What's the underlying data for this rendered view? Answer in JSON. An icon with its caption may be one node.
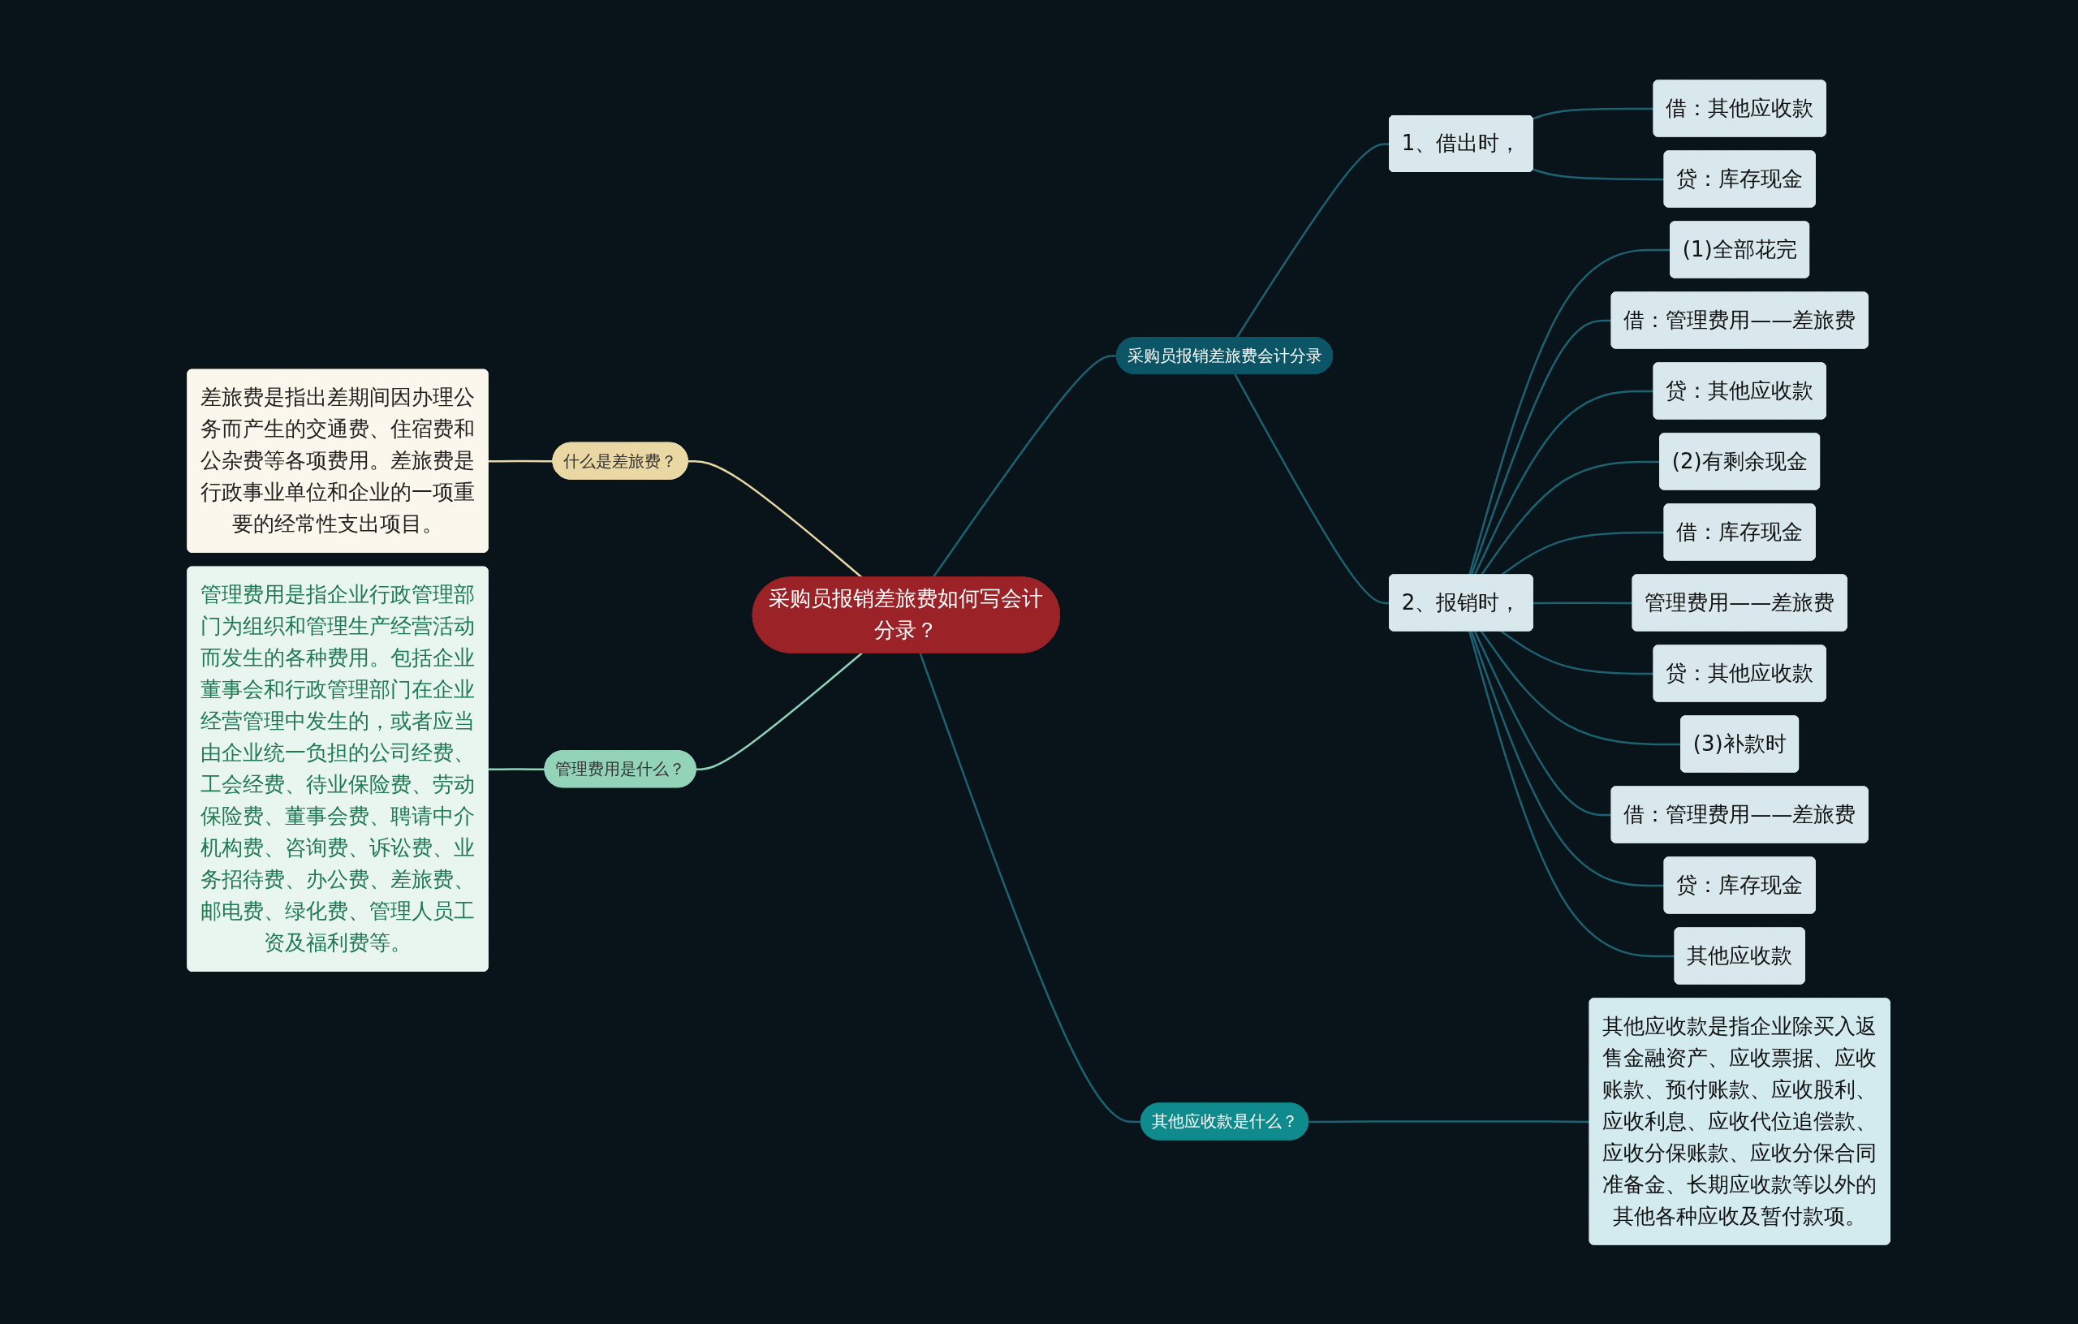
{
  "diagram": {
    "nodes": [
      {
        "text": [
          "采购员报销差旅费如何写会计分录？"
        ]
      },
      {
        "text": [
          "采购员报销差旅费会计分录"
        ]
      },
      {
        "text": [
          "1、借出时，"
        ]
      },
      {
        "text": [
          "借：其他应收款"
        ]
      },
      {
        "text": [
          "贷：库存现金"
        ]
      },
      {
        "text": [
          "2、报销时，"
        ]
      },
      {
        "text": [
          "(1)全部花完"
        ]
      },
      {
        "text": [
          "借：管理费用——差旅费"
        ]
      },
      {
        "text": [
          "贷：其他应收款"
        ]
      },
      {
        "text": [
          "(2)有剩余现金"
        ]
      },
      {
        "text": [
          "借：库存现金"
        ]
      },
      {
        "text": [
          "管理费用——差旅费"
        ]
      },
      {
        "text": [
          "贷：其他应收款"
        ]
      },
      {
        "text": [
          "(3)补款时"
        ]
      },
      {
        "text": [
          "借：管理费用——差旅费"
        ]
      },
      {
        "text": [
          "贷：库存现金"
        ]
      },
      {
        "text": [
          "其他应收款"
        ]
      },
      {
        "text": [
          "其他应收款是什么？"
        ]
      },
      {
        "text": [
          "其他应收款是指企业除买入返售金融资产、应收票据、应收账款、预付账款、应收股利、应收利息、应收代位追偿款、应收分保账款、应收分保合同准备金、长期应收款等以外的其他各种应收及暂付款项。"
        ]
      },
      {
        "text": [
          "什么是差旅费？"
        ]
      },
      {
        "text": [
          "差旅费是指出差期间因办理公务而产生的交通费、住宿费和公杂费等各项费用。差旅费是行政事业单位和企业的一项重要的经常性支出项目。"
        ]
      },
      {
        "text": [
          "管理费用是什么？"
        ]
      },
      {
        "text": [
          "管理费用是指企业行政管理部门为组织和管理生产经营活动而发生的各种费用。包括企业董事会和行政管理部门在企业经营管理中发生的，或者应当由企业统一负担的公司经费、工会经费、待业保险费、劳动保险费、董事会费、聘请中介机构费、咨询费、诉讼费、业务招待费、办公费、差旅费、邮电费、绿化费、管理人员工资及福利费等。"
        ]
      }
    ],
    "edges": [
      {
        "from": 0,
        "to": 1,
        "arrow": "none"
      },
      {
        "from": 1,
        "to": 2,
        "arrow": "none"
      },
      {
        "from": 2,
        "to": 3,
        "arrow": "none"
      },
      {
        "from": 2,
        "to": 4,
        "arrow": "none"
      },
      {
        "from": 1,
        "to": 5,
        "arrow": "none"
      },
      {
        "from": 5,
        "to": 6,
        "arrow": "none"
      },
      {
        "from": 5,
        "to": 7,
        "arrow": "none"
      },
      {
        "from": 5,
        "to": 8,
        "arrow": "none"
      },
      {
        "from": 5,
        "to": 9,
        "arrow": "none"
      },
      {
        "from": 5,
        "to": 10,
        "arrow": "none"
      },
      {
        "from": 5,
        "to": 11,
        "arrow": "none"
      },
      {
        "from": 5,
        "to": 12,
        "arrow": "none"
      },
      {
        "from": 5,
        "to": 13,
        "arrow": "none"
      },
      {
        "from": 5,
        "to": 14,
        "arrow": "none"
      },
      {
        "from": 5,
        "to": 15,
        "arrow": "none"
      },
      {
        "from": 5,
        "to": 16,
        "arrow": "none"
      },
      {
        "from": 0,
        "to": 17,
        "arrow": "none"
      },
      {
        "from": 17,
        "to": 18,
        "arrow": "none"
      },
      {
        "from": 19,
        "to": 0,
        "arrow": "none",
        "color": "#e8d7a5"
      },
      {
        "from": 20,
        "to": 19,
        "arrow": "none",
        "color": "#e8d7a5"
      },
      {
        "from": 21,
        "to": 0,
        "arrow": "none",
        "color": "#8fd3b8"
      },
      {
        "from": 22,
        "to": 21,
        "arrow": "none",
        "color": "#8fd3b8"
      }
    ]
  }
}
